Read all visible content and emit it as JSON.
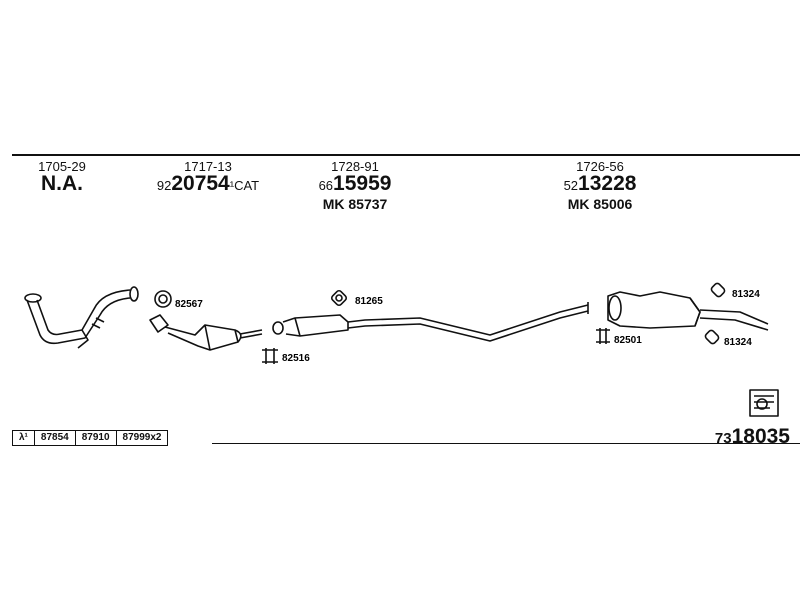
{
  "header": {
    "col1": {
      "code": "1705-29",
      "value": "N.A."
    },
    "col2": {
      "code": "1717-13",
      "prefix": "92",
      "number": "20754",
      "suffix": "¹CAT"
    },
    "col3": {
      "code": "1728-91",
      "prefix": "66",
      "number": "15959",
      "mk": "MK 85737"
    },
    "col4": {
      "code": "1726-56",
      "prefix": "52",
      "number": "13228",
      "mk": "MK 85006"
    }
  },
  "parts": {
    "gasket1": "82567",
    "clamp1": "82516",
    "gasket2": "81265",
    "clamp2": "82501",
    "mount1": "81324",
    "mount2": "81324"
  },
  "footer": {
    "lambda": "λ¹",
    "refs": [
      "87854",
      "87910",
      "87999x2"
    ],
    "catalog_prefix": "73",
    "catalog_number": "18035"
  }
}
